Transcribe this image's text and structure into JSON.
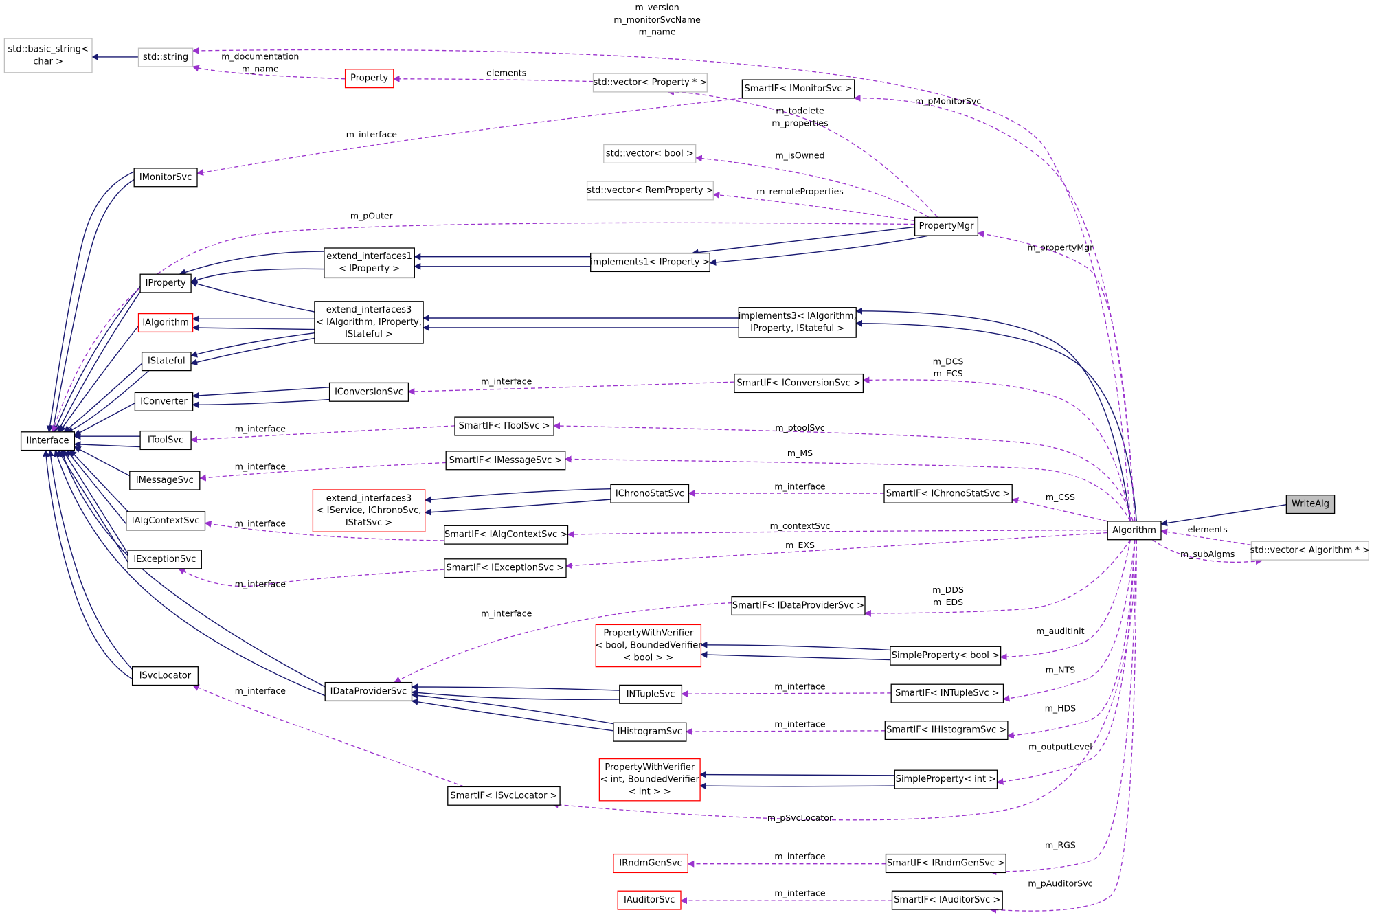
{
  "colors": {
    "inherit_edge": "#191970",
    "usage_edge": "#9a32cd",
    "node_border_black": "#000000",
    "node_border_red": "#ff0000",
    "node_border_gray": "#bfbfbf",
    "focus_fill": "#bfbfbf"
  },
  "nodes": {
    "std_basic_string": [
      "std::basic_string<",
      "char >"
    ],
    "std_string": [
      "std::string"
    ],
    "property": [
      "Property"
    ],
    "std_vector_property": [
      "std::vector< Property * >"
    ],
    "smartif_imonitorsvc": [
      "SmartIF< IMonitorSvc >"
    ],
    "imonitorsvc": [
      "IMonitorSvc"
    ],
    "std_vector_bool": [
      "std::vector< bool >"
    ],
    "std_vector_remproperty": [
      "std::vector< RemProperty >"
    ],
    "propertymgr": [
      "PropertyMgr"
    ],
    "extend_interfaces1": [
      "extend_interfaces1",
      "< IProperty >"
    ],
    "implements1": [
      "implements1< IProperty >"
    ],
    "iproperty": [
      "IProperty"
    ],
    "ialgorithm": [
      "IAlgorithm"
    ],
    "extend_interfaces3_alg": [
      "extend_interfaces3",
      "< IAlgorithm, IProperty,",
      "IStateful >"
    ],
    "implements3": [
      "implements3< IAlgorithm,",
      "IProperty, IStateful >"
    ],
    "istateful": [
      "IStateful"
    ],
    "iconverter": [
      "IConverter"
    ],
    "iconversionsvc": [
      "IConversionSvc"
    ],
    "smartif_iconversionsvc": [
      "SmartIF< IConversionSvc >"
    ],
    "iinterface": [
      "IInterface"
    ],
    "itoolsvc": [
      "IToolSvc"
    ],
    "smartif_itoolsvc": [
      "SmartIF< IToolSvc >"
    ],
    "imessagesvc": [
      "IMessageSvc"
    ],
    "smartif_imessagesvc": [
      "SmartIF< IMessageSvc >"
    ],
    "extend_interfaces3_svc": [
      "extend_interfaces3",
      "< IService, IChronoSvc,",
      "IStatSvc >"
    ],
    "ichronostatsvc": [
      "IChronoStatSvc"
    ],
    "smartif_ichronostatsvc": [
      "SmartIF< IChronoStatSvc >"
    ],
    "writealg": [
      "WriteAlg"
    ],
    "ialgcontextsvc": [
      "IAlgContextSvc"
    ],
    "smartif_ialgcontextsvc": [
      "SmartIF< IAlgContextSvc >"
    ],
    "algorithm": [
      "Algorithm"
    ],
    "std_vector_algorithm": [
      "std::vector< Algorithm * >"
    ],
    "iexceptionsvc": [
      "IExceptionSvc"
    ],
    "smartif_iexceptionsvc": [
      "SmartIF< IExceptionSvc >"
    ],
    "smartif_idataprovidersvc": [
      "SmartIF< IDataProviderSvc >"
    ],
    "pwv_bool": [
      "PropertyWithVerifier",
      "< bool, BoundedVerifier",
      "< bool > >"
    ],
    "simpleproperty_bool": [
      "SimpleProperty< bool >"
    ],
    "isvclocator": [
      "ISvcLocator"
    ],
    "idataprovidersvc": [
      "IDataProviderSvc"
    ],
    "intuplesvc": [
      "INTupleSvc"
    ],
    "smartif_intuplesvc": [
      "SmartIF< INTupleSvc >"
    ],
    "ihistogramsvc": [
      "IHistogramSvc"
    ],
    "smartif_ihistogramsvc": [
      "SmartIF< IHistogramSvc >"
    ],
    "pwv_int": [
      "PropertyWithVerifier",
      "< int, BoundedVerifier",
      "< int > >"
    ],
    "simpleproperty_int": [
      "SimpleProperty< int >"
    ],
    "smartif_isvclocator": [
      "SmartIF< ISvcLocator >"
    ],
    "irndmgensvc": [
      "IRndmGenSvc"
    ],
    "smartif_irndmgensvc": [
      "SmartIF< IRndmGenSvc >"
    ],
    "iauditorsvc": [
      "IAuditorSvc"
    ],
    "smartif_iauditorsvc": [
      "SmartIF< IAuditorSvc >"
    ]
  },
  "edge_labels": {
    "m_version_group": [
      "m_version",
      "m_monitorSvcName",
      "m_name"
    ],
    "m_documentation_group": [
      "m_documentation",
      "m_name"
    ],
    "elements_property": [
      "elements"
    ],
    "m_pmonitorsvc": [
      "m_pMonitorSvc"
    ],
    "m_interface_monitor": [
      "m_interface"
    ],
    "m_todelete_group": [
      "m_todelete",
      "m_properties"
    ],
    "m_isowned": [
      "m_isOwned"
    ],
    "m_remoteproperties": [
      "m_remoteProperties"
    ],
    "m_pouter": [
      "m_pOuter"
    ],
    "m_propertymgr": [
      "m_propertyMgr"
    ],
    "m_dcs_group": [
      "m_DCS",
      "m_ECS"
    ],
    "m_interface_conversion": [
      "m_interface"
    ],
    "m_interface_tool": [
      "m_interface"
    ],
    "m_ptoolsvc": [
      "m_ptoolSvc"
    ],
    "m_interface_message": [
      "m_interface"
    ],
    "m_ms": [
      "m_MS"
    ],
    "m_interface_chrono": [
      "m_interface"
    ],
    "m_css": [
      "m_CSS"
    ],
    "elements_algorithm": [
      "elements"
    ],
    "m_interface_algcontext": [
      "m_interface"
    ],
    "m_contextsvc": [
      "m_contextSvc"
    ],
    "m_subalgms": [
      "m_subAlgms"
    ],
    "m_exs": [
      "m_EXS"
    ],
    "m_interface_exception": [
      "m_interface"
    ],
    "m_dds_group": [
      "m_DDS",
      "m_EDS"
    ],
    "m_interface_dataprovider": [
      "m_interface"
    ],
    "m_auditinit": [
      "m_auditInit"
    ],
    "m_interface_svclocator": [
      "m_interface"
    ],
    "m_interface_ntuple": [
      "m_interface"
    ],
    "m_nts": [
      "m_NTS"
    ],
    "m_hds": [
      "m_HDS"
    ],
    "m_interface_histogram": [
      "m_interface"
    ],
    "m_outputlevel": [
      "m_outputLevel"
    ],
    "m_psvclocator": [
      "m_pSvcLocator"
    ],
    "m_rgs": [
      "m_RGS"
    ],
    "m_interface_rndm": [
      "m_interface"
    ],
    "m_pauditorsvc": [
      "m_pAuditorSvc"
    ],
    "m_interface_auditor": [
      "m_interface"
    ]
  }
}
